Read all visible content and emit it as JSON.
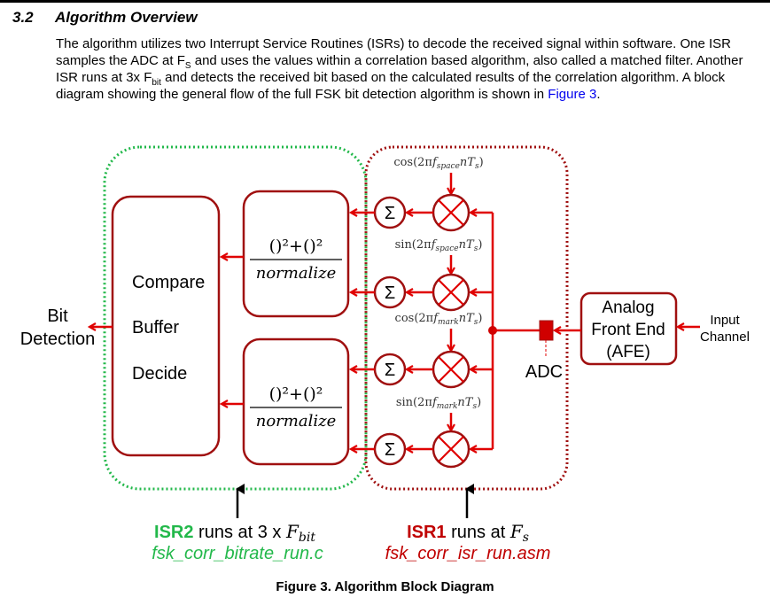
{
  "section": {
    "number": "3.2",
    "title": "Algorithm Overview"
  },
  "paragraph": {
    "p1": "The algorithm utilizes two Interrupt Service Routines (ISRs) to decode the received signal within software. One ISR samples the ADC at F",
    "sub1": "S",
    "p2": " and uses the values within a correlation based algorithm, also called a matched filter. Another ISR runs at 3x F",
    "sub2": "bit",
    "p3": " and detects the received bit based on the calculated results of the correlation algorithm. A block diagram showing the general flow of the full FSK bit detection algorithm is shown in ",
    "link": "Figure 3",
    "p4": "."
  },
  "diagram": {
    "bit_detection": [
      "Bit",
      "Detection"
    ],
    "decision_block": [
      "Compare",
      "Buffer",
      "Decide"
    ],
    "normalize_formula": "()²+()²",
    "normalize_label": "normalize",
    "sum_symbol": "Σ",
    "references": [
      {
        "fn": "cos",
        "f": "space"
      },
      {
        "fn": "sin",
        "f": "space"
      },
      {
        "fn": "cos",
        "f": "mark"
      },
      {
        "fn": "sin",
        "f": "mark"
      }
    ],
    "adc": "ADC",
    "afe": [
      "Analog",
      "Front End",
      "(AFE)"
    ],
    "input": [
      "Input",
      "Channel"
    ],
    "isr2": {
      "name": "ISR2",
      "text": " runs at 3 x ",
      "rate": "F",
      "rate_sub": "bit",
      "file": "fsk_corr_bitrate_run.c"
    },
    "isr1": {
      "name": "ISR1",
      "text": " runs at ",
      "rate": "F",
      "rate_sub": "s",
      "file": "fsk_corr_isr_run.asm"
    },
    "colors": {
      "red": "#e00000",
      "dark_red": "#a01010",
      "green": "#22b84a",
      "link": "#0000ee"
    }
  },
  "caption": "Figure 3. Algorithm Block Diagram"
}
